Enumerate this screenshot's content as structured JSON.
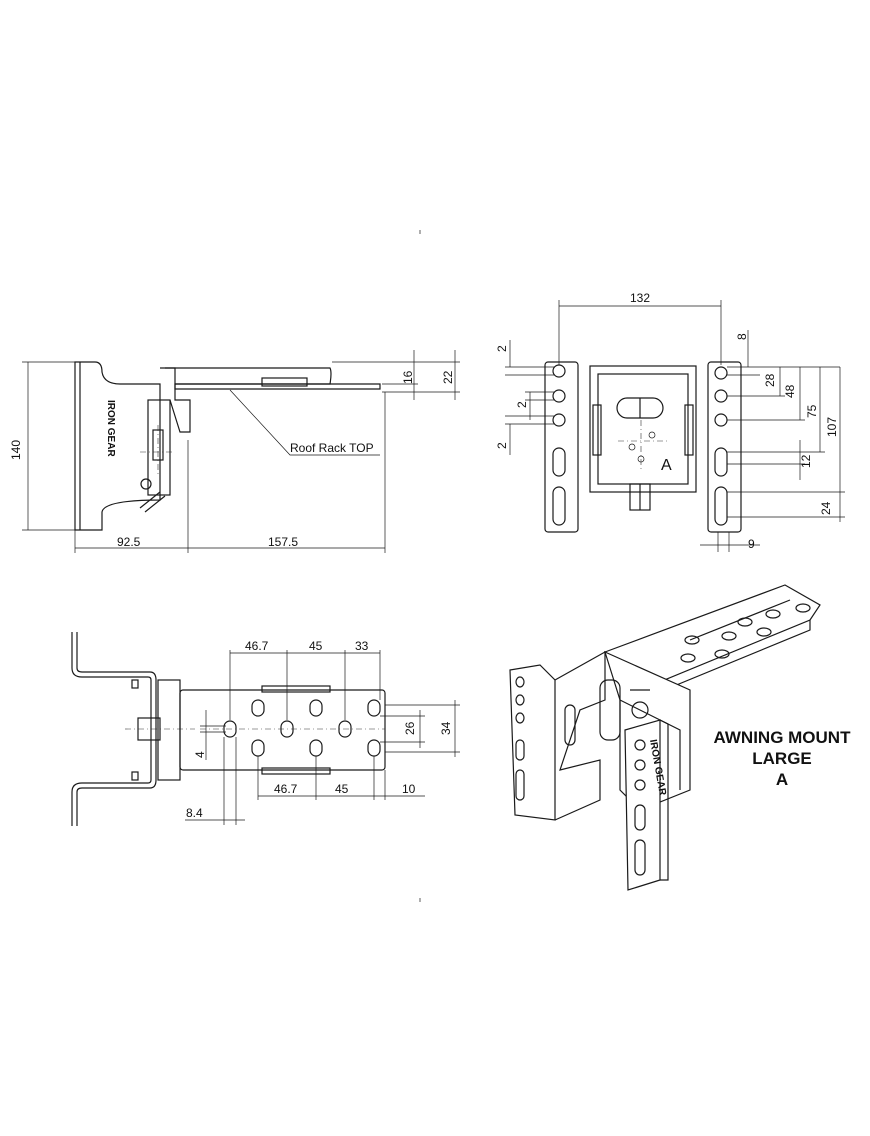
{
  "title": {
    "line1": "AWNING MOUNT",
    "line2": "LARGE",
    "line3": "A"
  },
  "side_view": {
    "dims": {
      "height": "140",
      "left_width": "92.5",
      "right_width": "157.5",
      "top_small": "16",
      "top_large": "22"
    },
    "callout": "Roof Rack TOP",
    "brand": "IRON GEAR"
  },
  "front_view": {
    "dims": {
      "width": "132",
      "left_2a": "2",
      "left_2b": "2",
      "left_2c": "2",
      "r8": "8",
      "r28": "28",
      "r48": "48",
      "r75": "75",
      "r107": "107",
      "r12": "12",
      "r24": "24",
      "r9": "9"
    },
    "plate_letter": "A"
  },
  "top_view": {
    "dims": {
      "top_46_7": "46.7",
      "top_45": "45",
      "top_33": "33",
      "bottom_46_7": "46.7",
      "bottom_45": "45",
      "bottom_10": "10",
      "left_8_4": "8.4",
      "left_4": "4",
      "right_26": "26",
      "right_34": "34"
    }
  },
  "iso_view": {
    "brand": "IRON GEAR"
  }
}
